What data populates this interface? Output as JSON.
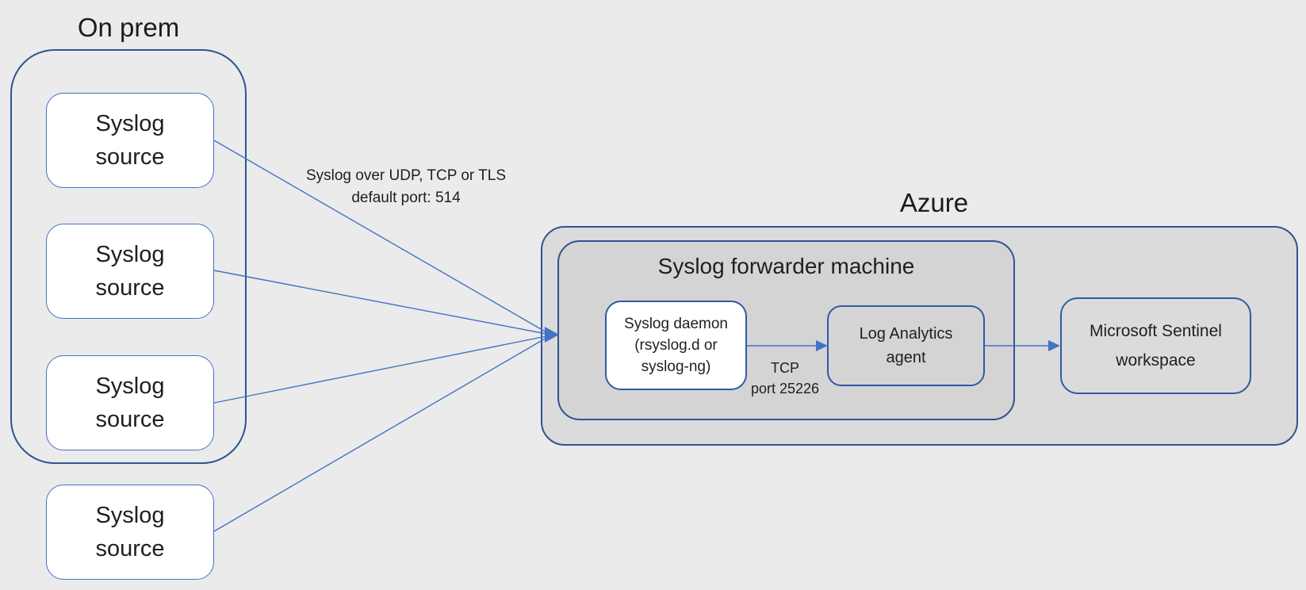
{
  "on_prem": {
    "title": "On prem",
    "sources": [
      {
        "label": "Syslog\nsource"
      },
      {
        "label": "Syslog\nsource"
      },
      {
        "label": "Syslog\nsource"
      },
      {
        "label": "Syslog\nsource"
      }
    ]
  },
  "connectors": {
    "transport_label": "Syslog over UDP, TCP or TLS\ndefault port: 514",
    "tcp_label": "TCP\nport 25226"
  },
  "azure": {
    "title": "Azure",
    "forwarder": {
      "title": "Syslog forwarder machine",
      "daemon_label": "Syslog daemon\n(rsyslog.d or\nsyslog-ng)",
      "agent_label": "Log Analytics\nagent"
    },
    "sentinel_label": "Microsoft Sentinel\nworkspace"
  },
  "colors": {
    "background": "#ebebeb",
    "container_border": "#2f5490",
    "node_border": "#2e5aa5",
    "source_border": "#4472c4",
    "connector": "#4472c4",
    "azure_fill": "#dbdbdb",
    "forwarder_fill": "#d4d4d4",
    "node_fill": "#ffffff",
    "text": "#1f1f1f"
  }
}
